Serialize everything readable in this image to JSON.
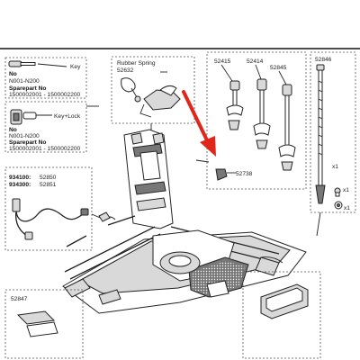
{
  "frame": {
    "top_rule": true
  },
  "key_box": {
    "title": "Key",
    "no_label": "No",
    "no_range": "N001-N200",
    "sparepart_label": "Sparepart No",
    "sparepart_range": "1500002001 - 1500002200"
  },
  "keylock_box": {
    "title": "Key+Lock",
    "no_label": "No",
    "no_range": "N001-N200",
    "sparepart_label": "Sparepart No",
    "sparepart_range": "1500002001 - 1500002200"
  },
  "cable_box": {
    "line1_model": "934100:",
    "line1_part": "52850",
    "line2_model": "934300:",
    "line2_part": "52851"
  },
  "rubber_spring": {
    "title": "Rubber Spring",
    "part": "52632"
  },
  "arms_box": {
    "parts": [
      "52415",
      "52414",
      "52845"
    ],
    "small_part": "52738"
  },
  "rod": {
    "part": "52846",
    "qty": "x1",
    "screw_qty": "x1",
    "washer_qty": "x1"
  },
  "bottom_left": {
    "part": "52847"
  },
  "callout_arrow": {
    "color": "#e0261b"
  }
}
